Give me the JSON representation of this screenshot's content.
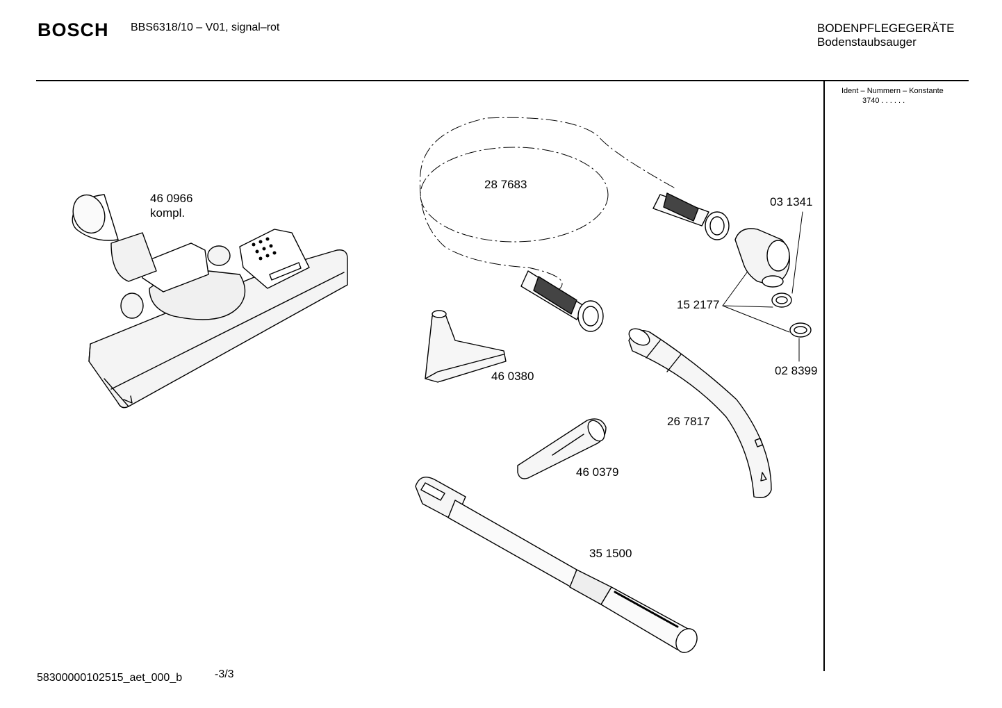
{
  "header": {
    "brand": "BOSCH",
    "model": "BBS6318/10 – V01,  signal–rot",
    "category": "BODENPFLEGEGERÄTE",
    "subcategory": "Bodenstaubsauger"
  },
  "sidebar": {
    "ident_label": "Ident – Nummern – Konstante",
    "ident_value": "3740  . .   . . . ."
  },
  "parts": [
    {
      "number": "46 0966",
      "note": "kompl."
    },
    {
      "number": "28 7683"
    },
    {
      "number": "03 1341"
    },
    {
      "number": "15 2177"
    },
    {
      "number": "02 8399"
    },
    {
      "number": "46 0380"
    },
    {
      "number": "26 7817"
    },
    {
      "number": "46 0379"
    },
    {
      "number": "35 1500"
    }
  ],
  "footer": {
    "document_id": "58300000102515_aet_000_b",
    "page": "-3/3"
  }
}
